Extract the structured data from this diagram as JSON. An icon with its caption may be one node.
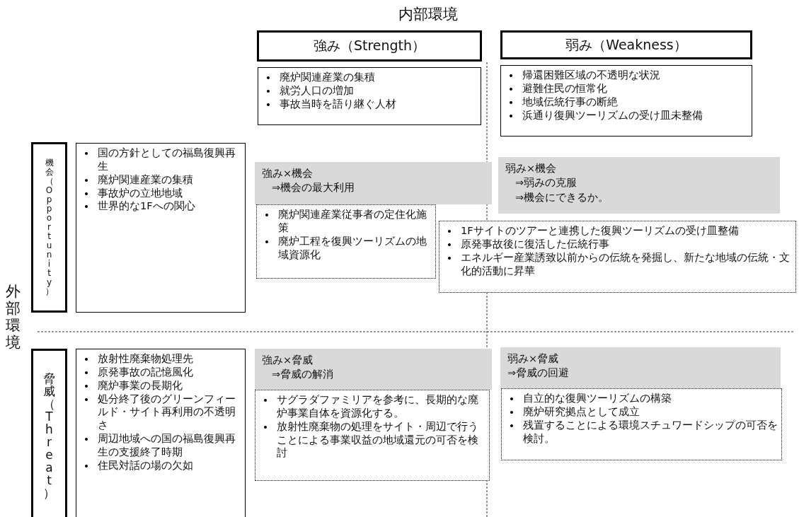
{
  "diagram": {
    "nodes": [
      {
        "text": [
          "強み（Strength）"
        ]
      },
      {
        "text": [
          "廃炉関連産業の集積",
          "就労人口の増加",
          "事故当時を語り継ぐ人材"
        ]
      },
      {
        "text": [
          "弱み（Weakness）"
        ]
      },
      {
        "text": [
          "帰還困難区域の不透明な状況",
          "避難住民の恒常化",
          "地域伝統行事の断絶",
          "浜通り復興ツーリズムの受け皿未整備"
        ]
      },
      {
        "text": [
          "機会（Opportunity）"
        ]
      },
      {
        "text": [
          "国の方針としての福島復興再生",
          "廃炉関連産業の集積",
          "事故炉の立地地域",
          "世界的な1Fへの関心"
        ]
      },
      {
        "text": [
          "強み×機会",
          "⇒機会の最大利用"
        ]
      },
      {
        "text": [
          "廃炉関連産業従事者の定住化施策",
          "廃炉工程を復興ツーリズムの地域資源化"
        ]
      },
      {
        "text": [
          "弱み×機会",
          "⇒弱みの克服",
          "⇒機会にできるか。"
        ]
      },
      {
        "text": [
          "1Fサイトのツアーと連携した復興ツーリズムの受け皿整備",
          "原発事故後に復活した伝統行事",
          "エネルギー産業誘致以前からの伝統を発掘し、新たな地域の伝統・文化的活動に昇華"
        ]
      },
      {
        "text": [
          "脅威（Threat）"
        ]
      },
      {
        "text": [
          "放射性廃棄物処理先",
          "原発事故の記憶風化",
          "廃炉事業の長期化",
          "処分終了後のグリーンフィールド・サイト再利用の不透明さ",
          "周辺地域への国の福島復興再生の支援終了時期",
          "住民対話の場の欠如"
        ]
      },
      {
        "text": [
          "強み×脅威",
          "⇒脅威の解消"
        ]
      },
      {
        "text": [
          "サグラダファミリアを参考に、長期的な廃炉事業自体を資源化する。",
          "放射性廃棄物の処理をサイト・周辺で行うことによる事業収益の地域還元の可否を検討"
        ]
      },
      {
        "text": [
          "弱み×脅威",
          "⇒脅威の回避"
        ]
      },
      {
        "text": [
          "自立的な復興ツーリズムの構築",
          "廃炉研究拠点として成立",
          "残置することによる環境スチュワードシップの可否を検討。"
        ]
      }
    ],
    "labels": [
      "内部環境",
      "外部環境"
    ]
  }
}
